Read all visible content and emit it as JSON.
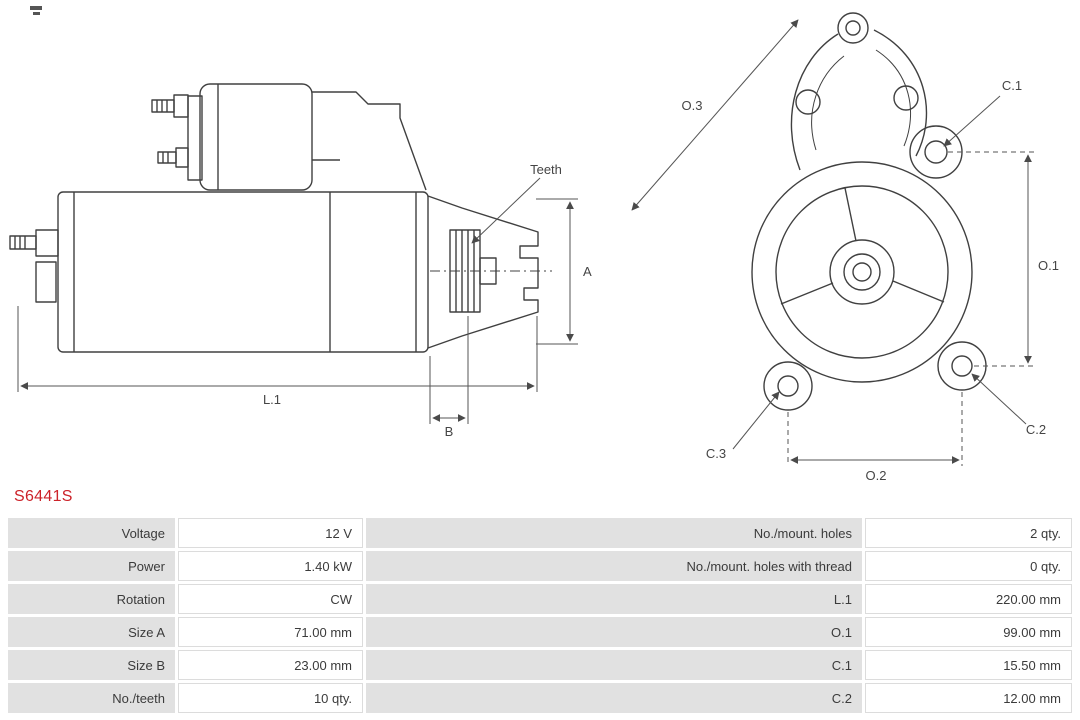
{
  "part_number": "S6441S",
  "colors": {
    "part_number_text": "#cc2229",
    "table_label_bg": "#e1e1e1",
    "table_value_border": "#dcdcdc",
    "drawing_line": "#404040"
  },
  "diagram": {
    "labels": {
      "teeth": "Teeth",
      "a": "A",
      "b": "B",
      "l1": "L.1",
      "o1": "O.1",
      "o2": "O.2",
      "o3": "O.3",
      "c1": "C.1",
      "c2": "C.2",
      "c3": "C.3"
    }
  },
  "spec_table": {
    "rows": [
      {
        "l_label": "Voltage",
        "l_value": "12 V",
        "r_label": "No./mount. holes",
        "r_value": "2 qty."
      },
      {
        "l_label": "Power",
        "l_value": "1.40 kW",
        "r_label": "No./mount. holes with thread",
        "r_value": "0 qty."
      },
      {
        "l_label": "Rotation",
        "l_value": "CW",
        "r_label": "L.1",
        "r_value": "220.00 mm"
      },
      {
        "l_label": "Size A",
        "l_value": "71.00 mm",
        "r_label": "O.1",
        "r_value": "99.00 mm"
      },
      {
        "l_label": "Size B",
        "l_value": "23.00 mm",
        "r_label": "C.1",
        "r_value": "15.50 mm"
      },
      {
        "l_label": "No./teeth",
        "l_value": "10 qty.",
        "r_label": "C.2",
        "r_value": "12.00 mm"
      }
    ]
  }
}
